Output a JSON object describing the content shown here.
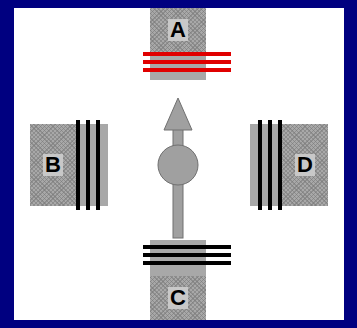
{
  "diagram": {
    "nodes": [
      {
        "text": [
          "A"
        ]
      },
      {
        "text": [
          "B"
        ]
      },
      {
        "text": [
          "D"
        ]
      },
      {
        "text": [
          "C"
        ]
      }
    ]
  }
}
